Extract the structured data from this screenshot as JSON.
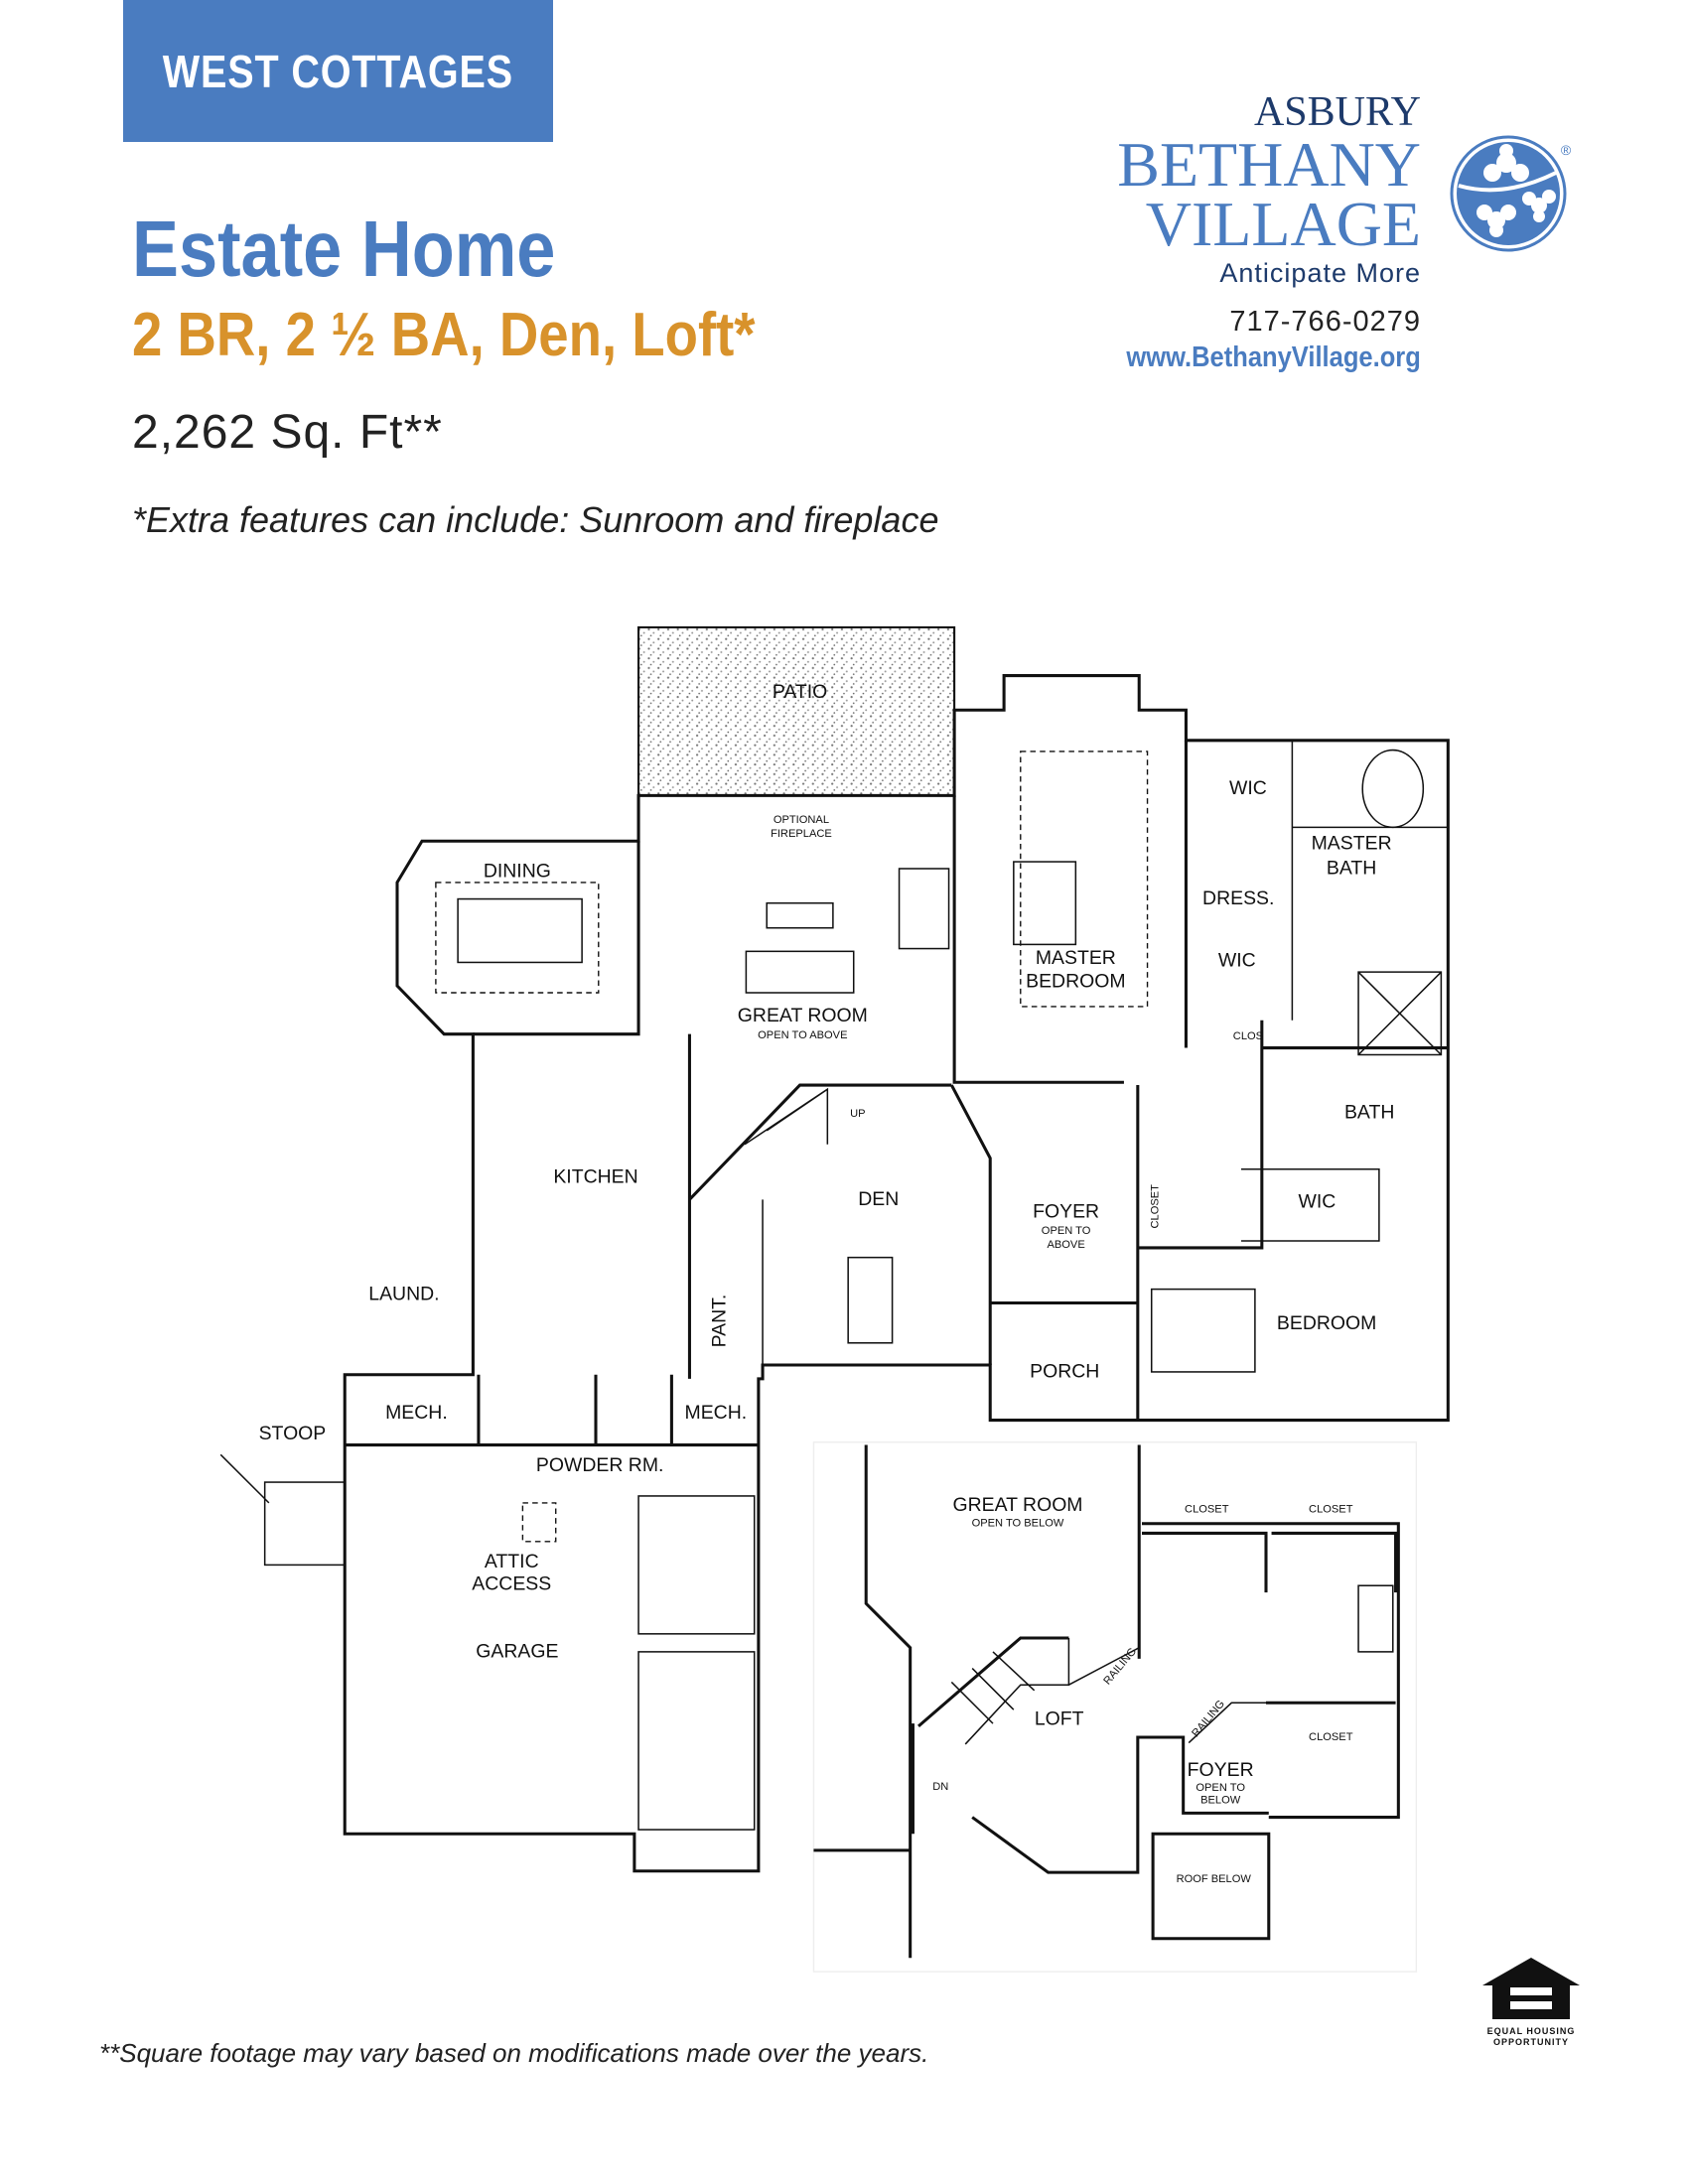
{
  "header": {
    "tag": "WEST COTTAGES",
    "title": "Estate Home",
    "subtitle": "2 BR, 2 ½ BA, Den, Loft*",
    "sqft": "2,262 Sq. Ft**",
    "extras": "*Extra features can include: Sunroom and fireplace"
  },
  "logo": {
    "asbury": "ASBURY",
    "bethany": "BETHANY",
    "village": "VILLAGE",
    "tagline": "Anticipate More",
    "registered": "®",
    "phone": "717-766-0279",
    "website": "www.BethanyVillage.org"
  },
  "first_floor": {
    "patio": "PATIO",
    "fireplace_1": "OPTIONAL",
    "fireplace_2": "FIREPLACE",
    "dining": "DINING",
    "great_room": "GREAT ROOM",
    "great_room_note": "OPEN TO ABOVE",
    "master_bedroom_1": "MASTER",
    "master_bedroom_2": "BEDROOM",
    "wic_1": "WIC",
    "dress": "DRESS.",
    "wic_2": "WIC",
    "master_bath_1": "MASTER",
    "master_bath_2": "BATH",
    "clos": "CLOS",
    "bath": "BATH",
    "kitchen": "KITCHEN",
    "up": "UP",
    "den": "DEN",
    "foyer": "FOYER",
    "foyer_note_1": "OPEN TO",
    "foyer_note_2": "ABOVE",
    "closet": "CLOSET",
    "wic_3": "WIC",
    "bedroom": "BEDROOM",
    "porch": "PORCH",
    "pantry": "PANT.",
    "laundry": "LAUND.",
    "mech_1": "MECH.",
    "mech_2": "MECH.",
    "powder": "POWDER RM.",
    "stoop": "STOOP",
    "attic_1": "ATTIC",
    "attic_2": "ACCESS",
    "garage": "GARAGE"
  },
  "loft_floor": {
    "great_room": "GREAT ROOM",
    "great_room_note": "OPEN TO BELOW",
    "closet_1": "CLOSET",
    "closet_2": "CLOSET",
    "closet_3": "CLOSET",
    "loft": "LOFT",
    "railing_1": "RAILING",
    "railing_2": "RAILING",
    "foyer": "FOYER",
    "foyer_note_1": "OPEN TO",
    "foyer_note_2": "BELOW",
    "roof": "ROOF BELOW",
    "dn": "DN"
  },
  "footer": {
    "note": "**Square footage may vary based on modifications made over the years.",
    "eho_1": "EQUAL HOUSING",
    "eho_2": "OPPORTUNITY"
  },
  "colors": {
    "brand_blue": "#4a7cc0",
    "accent_gold": "#d8922b",
    "navy": "#1d3a6b"
  }
}
